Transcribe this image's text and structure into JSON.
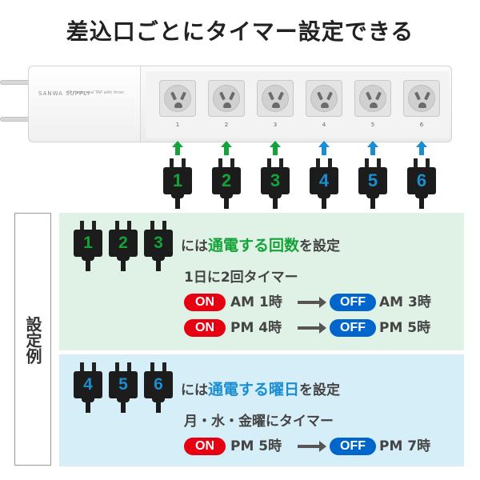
{
  "headline": "差込口ごとにタイマー設定できる",
  "colors": {
    "green": "#13a338",
    "blue": "#1a8ed0",
    "on": "#e60012",
    "off": "#0066cc"
  },
  "strip": {
    "brand": "SANWA SUPPLY",
    "model": "6P Horizontal TAP with timer",
    "outlets": [
      "1",
      "2",
      "3",
      "4",
      "5",
      "6"
    ],
    "plugs": [
      {
        "label": "1",
        "color": "green"
      },
      {
        "label": "2",
        "color": "green"
      },
      {
        "label": "3",
        "color": "green"
      },
      {
        "label": "4",
        "color": "blue"
      },
      {
        "label": "5",
        "color": "blue"
      },
      {
        "label": "6",
        "color": "blue"
      }
    ]
  },
  "side_label": "設定例",
  "example1": {
    "plugs": [
      "1",
      "2",
      "3"
    ],
    "desc_prefix": "には",
    "desc_highlight": "通電する回数",
    "desc_suffix": "を設定",
    "subtitle": "1日に2回タイマー",
    "schedules": [
      {
        "on_label": "ON",
        "on_time": "AM 1時",
        "off_label": "OFF",
        "off_time": "AM 3時"
      },
      {
        "on_label": "ON",
        "on_time": "PM 4時",
        "off_label": "OFF",
        "off_time": "PM 5時"
      }
    ]
  },
  "example2": {
    "plugs": [
      "4",
      "5",
      "6"
    ],
    "desc_prefix": "には",
    "desc_highlight": "通電する曜日",
    "desc_suffix": "を設定",
    "subtitle": "月・水・金曜にタイマー",
    "schedules": [
      {
        "on_label": "ON",
        "on_time": "PM 5時",
        "off_label": "OFF",
        "off_time": "PM 7時"
      }
    ]
  }
}
